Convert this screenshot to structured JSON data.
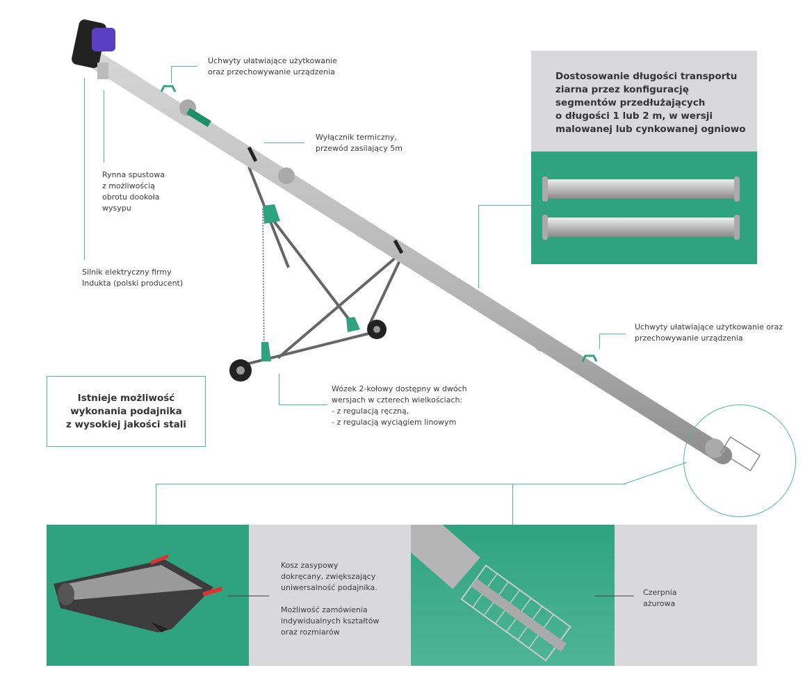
{
  "labels": {
    "handles_top": "Uchwyty ułatwiające użytkowanie\noraz przechowywanie urządzenia",
    "thermal": "Wyłącznik termiczny,\nprzewód zasilający 5m",
    "chute": "Rynna spustowa\nz możliwością\nobrotu dookoła\nwysypu",
    "motor": "Silnik elektryczny firmy\nIndukta (polski producent)",
    "handles_right": "Uchwyty ułatwiające użytkowanie oraz\nprzechowywanie urządzenia",
    "cart": "Wózek 2-kołowy dostępny w dwóch\nwersjach w czterech wielkościach:\n- z regulacją ręczną,\n- z regulacją wyciągiem linowym",
    "steel_box": "Istnieje możliwość\nwykonania podajnika\nz wysokiej jakości stali",
    "segments": "Dostosowanie długości transportu\nziarna przez konfigurację\nsegmentów przedłużających\no długości 1 lub 2 m, w wersji\nmalowanej lub cynkowanej ogniowo",
    "hopper": "Kosz zasypowy\ndokręcany, zwiększający\nuniwersalność podajnika.\n\nMożliwość zamówienia\nindywidualnych kształtów\noraz rozmiarów",
    "intake": "Czerpnia\nażurowa"
  },
  "colors": {
    "green": "#2ea37e",
    "gray": "#d9d9db",
    "line": "#4cb896"
  }
}
